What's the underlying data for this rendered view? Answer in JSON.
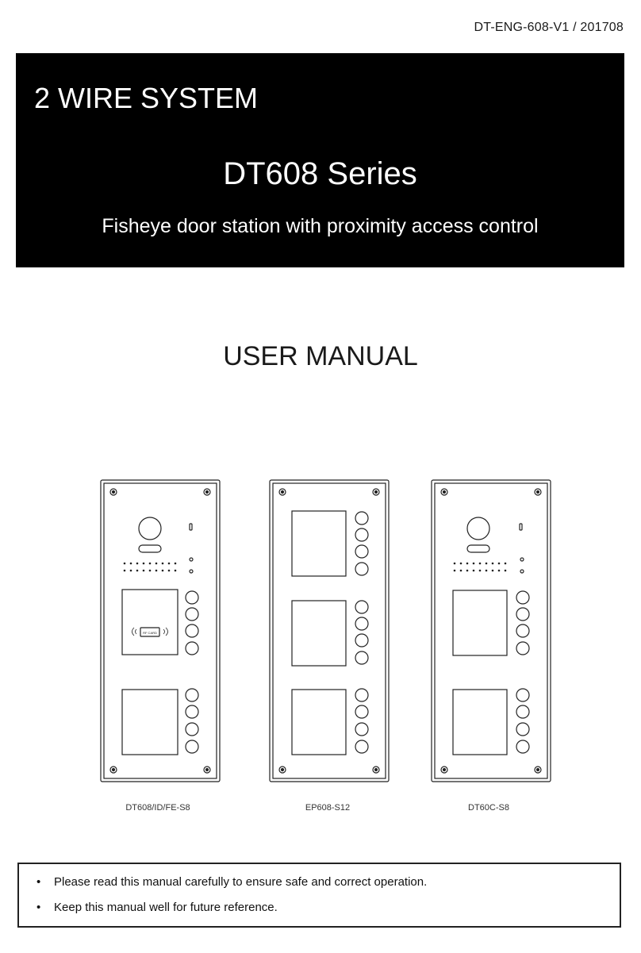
{
  "header": {
    "doc_code": "DT-ENG-608-V1  /  201708"
  },
  "banner": {
    "system": "2 WIRE SYSTEM",
    "series": "DT608 Series",
    "subtitle": "Fisheye door station with proximity access control"
  },
  "manual_title": "USER MANUAL",
  "products": [
    {
      "model": "DT608/ID/FE-S8",
      "card_label": "RF CARD"
    },
    {
      "model": "EP608-S12"
    },
    {
      "model": "DT60C-S8"
    }
  ],
  "notice": {
    "items": [
      "Please read this manual carefully to ensure safe and correct operation.",
      "Keep this manual well for future reference."
    ]
  }
}
